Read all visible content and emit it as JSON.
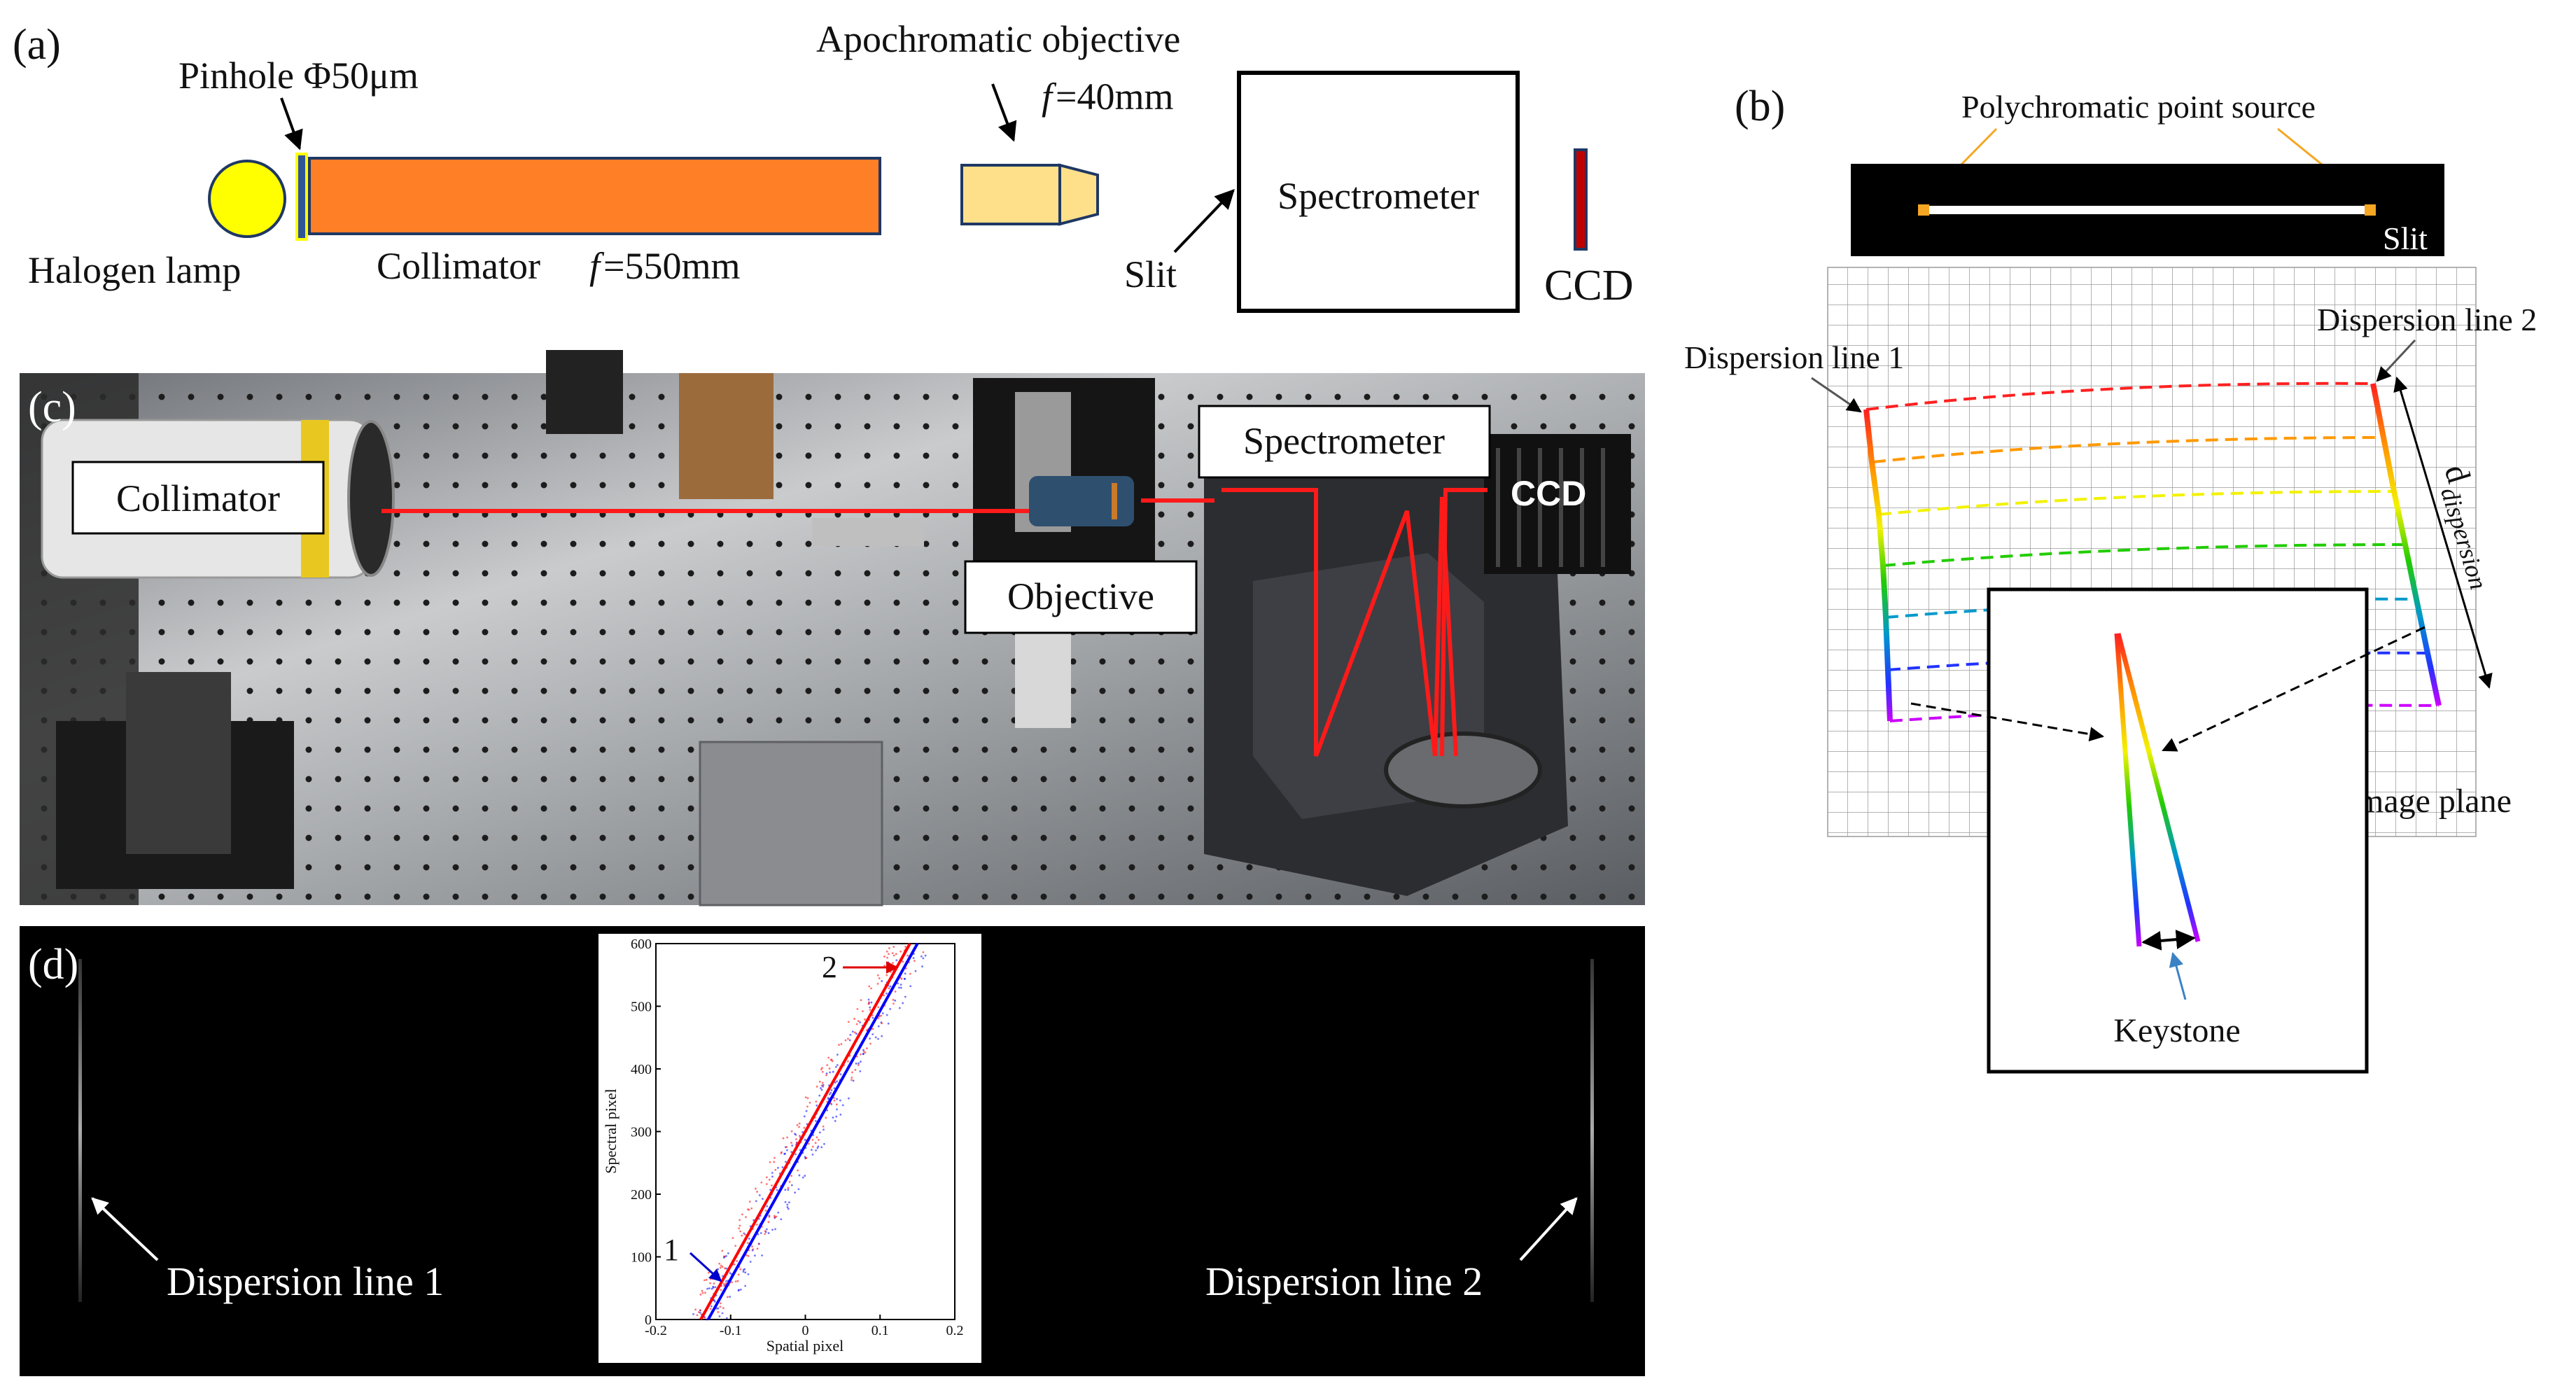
{
  "panel_a": {
    "label": "(a)",
    "pinhole": "Pinhole Φ50μm",
    "halogen_lamp": "Halogen lamp",
    "collimator": "Collimator",
    "collimator_focal_prefix": "f",
    "collimator_focal_value": "=550mm",
    "objective": "Apochromatic objective",
    "objective_focal_prefix": "f",
    "objective_focal_value": "=40mm",
    "slit": "Slit",
    "spectrometer": "Spectrometer",
    "ccd": "CCD",
    "colors": {
      "lamp": "#ffff00",
      "collimator": "#ff7f27",
      "objective": "#ffe08a",
      "ccd": "#c00000",
      "pinhole": "#2f5597"
    }
  },
  "panel_b": {
    "label": "(b)",
    "point_source": "Polychromatic point source",
    "slit": "Slit",
    "dispersion_line_1": "Dispersion line 1",
    "dispersion_line_2": "Dispersion line 2",
    "d_symbol": "d",
    "d_subscript": "dispersion",
    "image_plane": "Image plane",
    "keystone": "Keystone",
    "spectrum_colors": [
      "#ff2020",
      "#ff9900",
      "#f2f200",
      "#22cc00",
      "#0099cc",
      "#2233ff",
      "#cc00ff"
    ]
  },
  "panel_c": {
    "label": "(c)",
    "collimator": "Collimator",
    "spectrometer": "Spectrometer",
    "objective": "Objective",
    "ccd": "CCD",
    "beam_color": "#ff1a1a"
  },
  "panel_d": {
    "label": "(d)",
    "dispersion_line_1": "Dispersion line 1",
    "dispersion_line_2": "Dispersion line 2",
    "inset": {
      "marker_1": "1",
      "marker_2": "2",
      "xlabel": "Spatial pixel",
      "ylabel": "Spectral pixel",
      "xticks": [
        "-0.2",
        "-0.1",
        "0",
        "0.1",
        "0.2"
      ],
      "yticks": [
        "0",
        "100",
        "200",
        "300",
        "400",
        "500",
        "600"
      ]
    }
  },
  "chart_data": {
    "type": "scatter",
    "xlabel": "Spatial pixel",
    "ylabel": "Spectral pixel",
    "xlim": [
      -0.2,
      0.2
    ],
    "ylim": [
      0,
      600
    ],
    "series": [
      {
        "name": "1",
        "color": "#0000ff",
        "x": [
          -0.13,
          0.15
        ],
        "y": [
          0,
          600
        ]
      },
      {
        "name": "2",
        "color": "#ff0000",
        "x": [
          -0.14,
          0.14
        ],
        "y": [
          0,
          600
        ]
      }
    ]
  }
}
